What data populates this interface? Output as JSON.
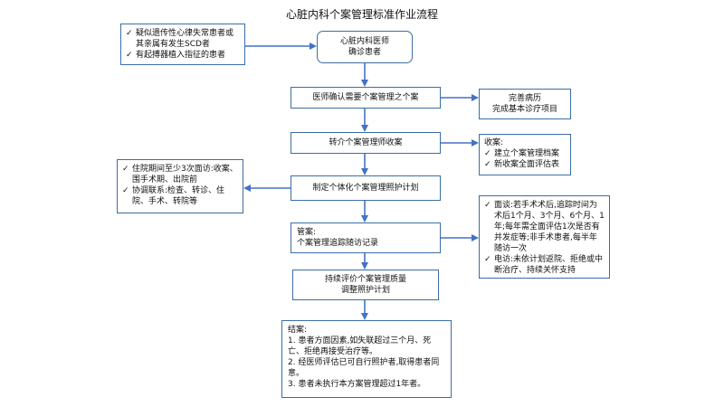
{
  "title": "心脏内科个案管理标准作业流程",
  "boxes": {
    "suspect_patients": {
      "items": [
        "疑似遗传性心律失常患者或其亲属有发生SCD者",
        "有起搏器植入指征的患者"
      ]
    },
    "diagnose": {
      "line1": "心脏内科医师",
      "line2": "确诊患者"
    },
    "confirm_need": {
      "text": "医师确认需要个案管理之个案"
    },
    "complete_records": {
      "line1": "完善病历",
      "line2": "完成基本诊疗项目"
    },
    "refer": {
      "text": "转介个案管理师收案"
    },
    "intake": {
      "heading": "收案:",
      "items": [
        "建立个案管理档案",
        "新收案全面评估表"
      ]
    },
    "interviews": {
      "items": [
        "住院期间至少3次面访:收案、围手术期、出院前",
        "协调联系:检查、转诊、住院、手术、转院等"
      ]
    },
    "plan": {
      "text": "制定个体化个案管理照护计划"
    },
    "followup_detail": {
      "items": [
        "面谈:若手术术后,追踪时间为术后1个月、3个月、6个月、1年;每年需全面评估1次是否有并发症等;非手术患者,每半年随访一次",
        "电访:未依计划返院、拒绝或中断治疗、持续关怀支持"
      ]
    },
    "manage": {
      "line1": "管案:",
      "line2": "个案管理追踪随访记录"
    },
    "evaluate": {
      "line1": "持续评价个案管理质量",
      "line2": "调整照护计划"
    },
    "close": {
      "heading": "结案:",
      "items": [
        "1. 患者方面因素,如失联超过三个月、死亡、拒绝再接受治疗等。",
        "2. 经医师评估已可自行照护者,取得患者同意。",
        "3. 患者未执行本方案管理超过1年者。"
      ]
    }
  },
  "icons": {
    "bullet": "check-icon"
  },
  "colors": {
    "border": "#3b6ea5",
    "arrow": "#4472c4",
    "text": "#111111"
  }
}
